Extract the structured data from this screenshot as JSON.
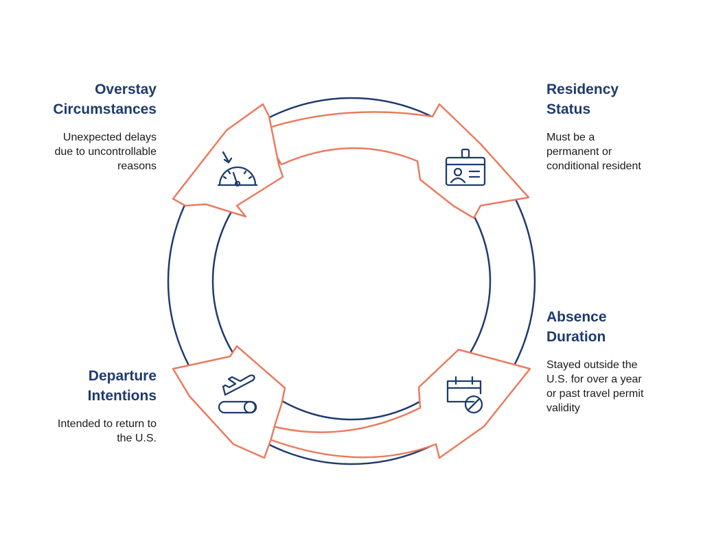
{
  "colors": {
    "ring": "#1e3a6e",
    "arrow": "#ea7b5e",
    "title": "#1e3a6e",
    "text": "#1a1a1a"
  },
  "items": [
    {
      "id": "overstay",
      "title": "Overstay\nCircumstances",
      "text": "Unexpected delays\ndue to uncontrollable\nreasons",
      "icon": "gauge-icon"
    },
    {
      "id": "residency",
      "title": "Residency\nStatus",
      "text": "Must be a\npermanent or\nconditional resident",
      "icon": "id-badge-icon"
    },
    {
      "id": "absence",
      "title": "Absence\nDuration",
      "text": "Stayed outside the\nU.S. for over a year\nor past travel permit\nvalidity",
      "icon": "calendar-cancel-icon"
    },
    {
      "id": "departure",
      "title": "Departure\nIntentions",
      "text": "Intended to return to\nthe U.S.",
      "icon": "airplane-departure-icon"
    }
  ]
}
